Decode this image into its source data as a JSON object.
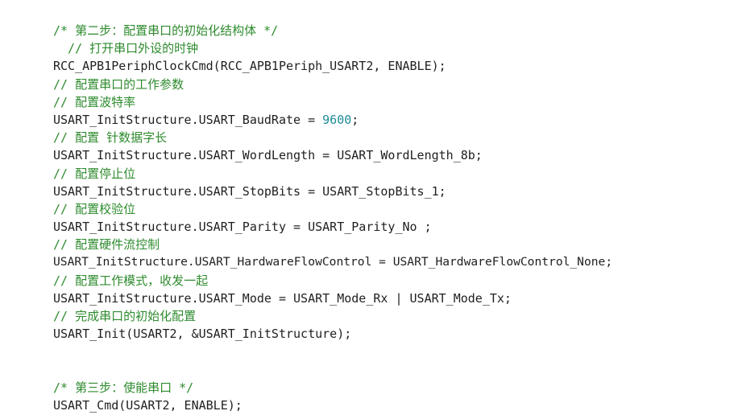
{
  "step2": {
    "header_comment": "/* 第二步：配置串口的初始化结构体 */",
    "enable_clock_comment": "  // 打开串口外设的时钟",
    "enable_clock_code": "RCC_APB1PeriphClockCmd(RCC_APB1Periph_USART2, ENABLE);",
    "config_params_comment": "// 配置串口的工作参数",
    "baud_comment": "// 配置波特率",
    "baud_code_prefix": "USART_InitStructure.USART_BaudRate = ",
    "baud_value": "9600",
    "baud_code_suffix": ";",
    "wordlength_comment": "// 配置 针数据字长",
    "wordlength_code": "USART_InitStructure.USART_WordLength = USART_WordLength_8b;",
    "stopbits_comment": "// 配置停止位",
    "stopbits_code": "USART_InitStructure.USART_StopBits = USART_StopBits_1;",
    "parity_comment": "// 配置校验位",
    "parity_code": "USART_InitStructure.USART_Parity = USART_Parity_No ;",
    "flow_comment": "// 配置硬件流控制",
    "flow_code": "USART_InitStructure.USART_HardwareFlowControl = USART_HardwareFlowControl_None;",
    "mode_comment": "// 配置工作模式，收发一起",
    "mode_code": "USART_InitStructure.USART_Mode = USART_Mode_Rx | USART_Mode_Tx;",
    "init_comment": "// 完成串口的初始化配置",
    "init_code": "USART_Init(USART2, &USART_InitStructure);"
  },
  "step3": {
    "header_comment": "/* 第三步：使能串口 */",
    "cmd_code": "USART_Cmd(USART2, ENABLE);"
  },
  "colors": {
    "comment": "#2e8b2e",
    "number": "#1e8a9a",
    "code": "#1f1f1f",
    "background": "#ffffff"
  }
}
